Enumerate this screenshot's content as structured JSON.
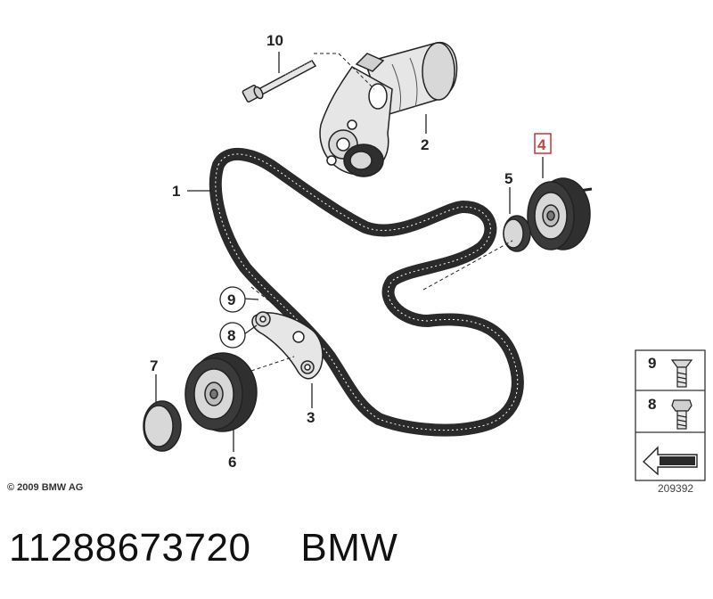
{
  "callouts": {
    "c1": "1",
    "c2": "2",
    "c3": "3",
    "c4": "4",
    "c5": "5",
    "c6": "6",
    "c7": "7",
    "c8": "8",
    "c9": "9",
    "c10": "10"
  },
  "legend": {
    "item9": "9",
    "item8": "8"
  },
  "copyright": "© 2009 BMW AG",
  "catalog_number": "209392",
  "caption": {
    "part_number": "11288673720",
    "brand": "BMW"
  },
  "colors": {
    "part_fill": "#e6e6e6",
    "outline": "#222222",
    "belt": "#2a2a2a",
    "highlight": "#b44444"
  }
}
